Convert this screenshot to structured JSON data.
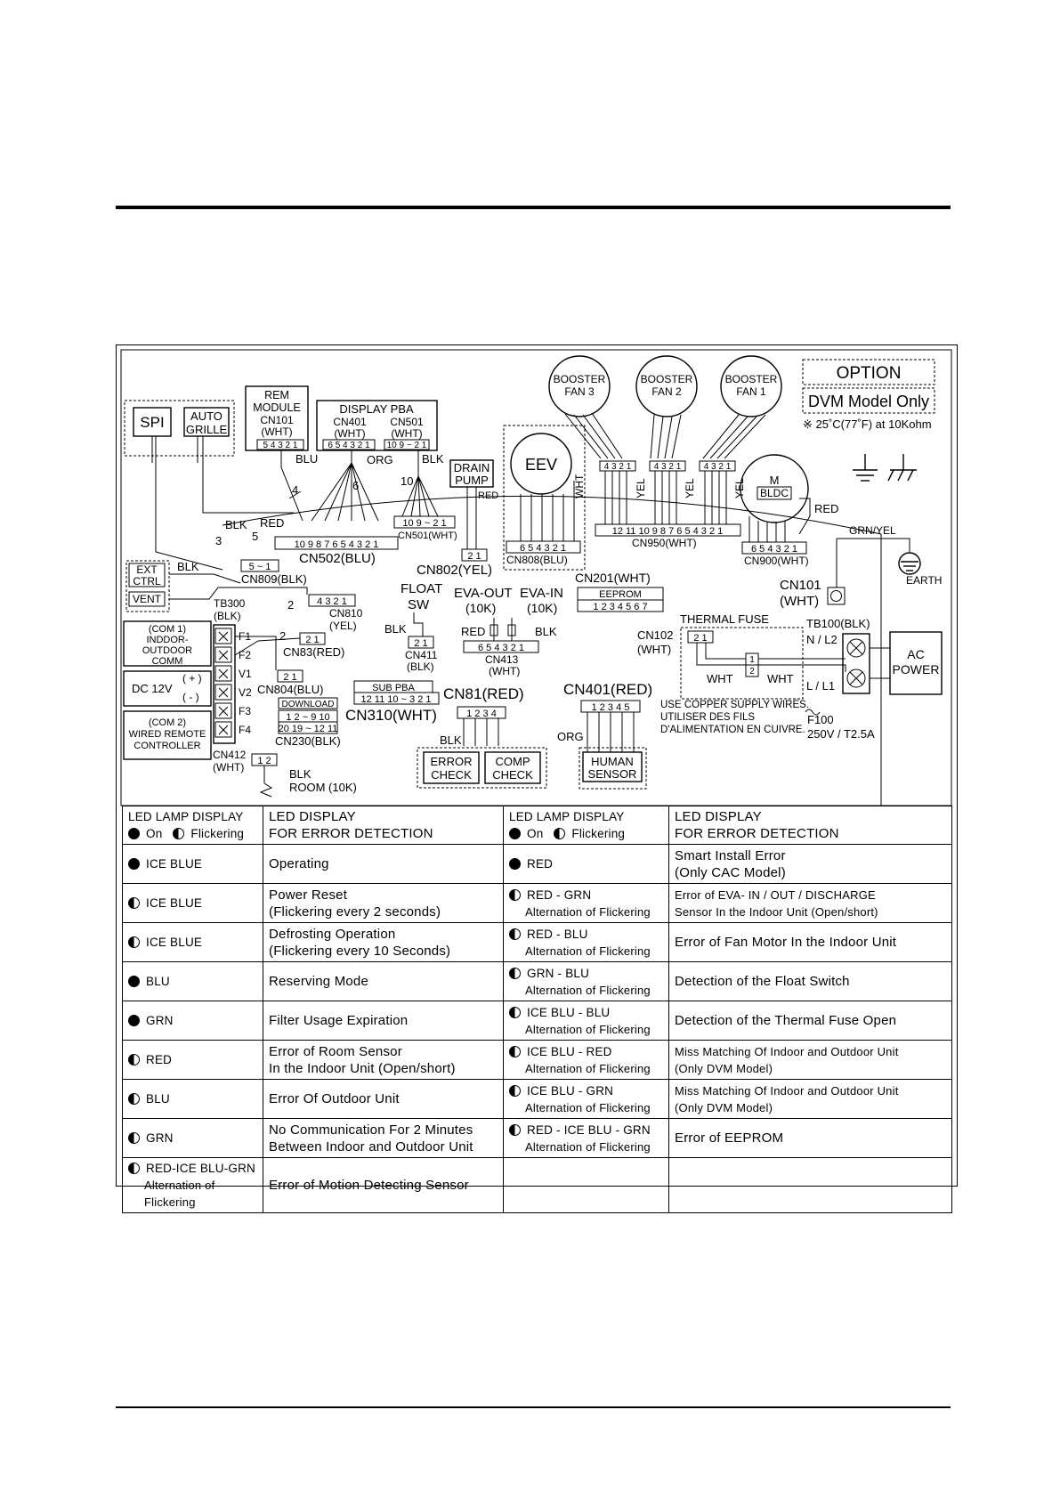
{
  "diagram": {
    "labels": {
      "spi": "SPI",
      "auto_grille": "AUTO GRILLE",
      "rem_module": [
        "REM",
        "MODULE",
        "CN101",
        "(WHT)"
      ],
      "rem_pins": "5 4 3 2 1",
      "display_pba": "DISPLAY PBA",
      "cn401_wht": [
        "CN401",
        "(WHT)"
      ],
      "cn501_wht": [
        "CN501",
        "(WHT)"
      ],
      "display_pins_a": "6 5 4 3 2 1",
      "display_pins_b": "10 9 ~ 2 1",
      "booster_fan_3": [
        "BOOSTER",
        "FAN 3"
      ],
      "booster_fan_2": [
        "BOOSTER",
        "FAN 2"
      ],
      "booster_fan_1": [
        "BOOSTER",
        "FAN 1"
      ],
      "option": "OPTION",
      "dvm_model_only": "DVM Model Only",
      "thermistor_note": "※ 25˚C(77˚F) at 10Kohm",
      "drain_pump": [
        "DRAIN",
        "PUMP"
      ],
      "eev": "EEV",
      "wht": "WHT",
      "yel": "YEL",
      "blu": "BLU",
      "org": "ORG",
      "blk": "BLK",
      "red": "RED",
      "m": "M",
      "bldc": "BLDC",
      "grn_yel": "GRN/YEL",
      "earth": "EARTH",
      "cn501_wht_pins": "10 9 ~ 2 1",
      "cn501_wht_label": "CN501(WHT)",
      "cn502": "CN502(BLU)",
      "cn502_pins": "10 9 8 7 6 5 4 3 2 1",
      "cn809": "CN809(BLK)",
      "cn809_pins": "5 ~ 1",
      "cn802": "CN802(YEL)",
      "cn808": "CN808(BLU)",
      "cn808_pins": "6 5 4 3 2 1",
      "cn950": "CN950(WHT)",
      "cn950_pins": "12 11 10 9 8 7 6 5 4 3 2 1",
      "cn900": "CN900(WHT)",
      "cn900_pins": "6 5 4 3 2 1",
      "cn101_wht": [
        "CN101",
        "(WHT)"
      ],
      "cn201": "CN201(WHT)",
      "eeprom": "EEPROM",
      "eeprom_pins": "1 2 3 4 5 6 7",
      "ext_ctrl": [
        "EXT",
        "CTRL"
      ],
      "vent": "VENT",
      "tb300": [
        "TB300",
        "(BLK)"
      ],
      "com1": [
        "(COM 1)",
        "INDDOR-",
        "OUTDOOR",
        "COMM"
      ],
      "dc12v": "DC 12V",
      "plus": "(+)",
      "minus": "(-)",
      "com2": [
        "(COM 2)",
        "WIRED REMOTE",
        "CONTROLLER"
      ],
      "terminals": [
        "F1",
        "F2",
        "V1",
        "V2",
        "F3",
        "F4"
      ],
      "cn810": [
        "CN810",
        "(YEL)"
      ],
      "cn810_pins": "4 3 2 1",
      "cn83": "CN83(RED)",
      "cn804": "CN804(BLU)",
      "download": "DOWNLOAD",
      "download_pins_a": "1 2 ~ 9 10",
      "download_pins_b": "20 19 ~ 12 11",
      "cn230": "CN230(BLK)",
      "cn412": [
        "CN412",
        "(WHT)"
      ],
      "room": [
        "BLK",
        "ROOM (10K)"
      ],
      "float_sw": [
        "FLOAT",
        "SW"
      ],
      "cn411": [
        "CN411",
        "(BLK)"
      ],
      "sub_pba": "SUB PBA",
      "sub_pins": "12 11 10 ~ 3 2 1",
      "cn310": "CN310(WHT)",
      "eva_out": [
        "EVA-OUT",
        "(10K)"
      ],
      "eva_in": [
        "EVA-IN",
        "(10K)"
      ],
      "cn413": [
        "CN413",
        "(WHT)"
      ],
      "cn81": "CN81(RED)",
      "cn81_pins": "1 2 3 4",
      "error_check": [
        "ERROR",
        "CHECK"
      ],
      "comp_check": [
        "COMP",
        "CHECK"
      ],
      "cn401_red": "CN401(RED)",
      "cn401_pins": "1 2 3 4 5",
      "human_sensor": [
        "HUMAN",
        "SENSOR"
      ],
      "thermal_fuse": "THERMAL FUSE",
      "cn102": [
        "CN102",
        "(WHT)"
      ],
      "tb100": "TB100(BLK)",
      "n_l2": "N / L2",
      "l_l1": "L / L1",
      "ac_power": [
        "AC",
        "POWER"
      ],
      "copper_note": [
        "USE COPPER SUPPLY WIRES.",
        "UTILISER DES FILS",
        "D'ALIMENTATION EN CUIVRE."
      ],
      "f100": [
        "F100",
        "250V / T2.5A"
      ],
      "wire_counts": [
        "3",
        "4",
        "5",
        "6",
        "10",
        "2",
        "2"
      ]
    }
  },
  "led_table": {
    "header_left": {
      "lamp": "LED LAMP DISPLAY",
      "legend_on": "On",
      "legend_flicker": "Flickering",
      "display": "LED DISPLAY",
      "display2": "FOR ERROR DETECTION"
    },
    "header_right": {
      "lamp": "LED LAMP DISPLAY",
      "legend_on": "On",
      "legend_flicker": "Flickering",
      "display": "LED DISPLAY",
      "display2": "FOR ERROR DETECTION"
    },
    "rows": [
      {
        "l_icon": "on",
        "l_lamp": "ICE BLUE",
        "l_text": [
          "Operating"
        ],
        "r_icon": "on",
        "r_lamp": "RED",
        "r_sub": "",
        "r_text": [
          "Smart Install Error",
          "(Only CAC Model)"
        ]
      },
      {
        "l_icon": "half",
        "l_lamp": "ICE BLUE",
        "l_text": [
          "Power Reset",
          "(Flickering every 2 seconds)"
        ],
        "r_icon": "half",
        "r_lamp": "RED - GRN",
        "r_sub": "Alternation of Flickering",
        "r_text": [
          "Error of EVA- IN / OUT / DISCHARGE",
          "Sensor In the Indoor Unit (Open/short)"
        ]
      },
      {
        "l_icon": "half",
        "l_lamp": "ICE BLUE",
        "l_text": [
          "Defrosting Operation",
          "(Flickering every 10 Seconds)"
        ],
        "r_icon": "half",
        "r_lamp": "RED - BLU",
        "r_sub": "Alternation of Flickering",
        "r_text": [
          "Error of Fan Motor In the Indoor Unit"
        ]
      },
      {
        "l_icon": "on",
        "l_lamp": "BLU",
        "l_text": [
          "Reserving Mode"
        ],
        "r_icon": "half",
        "r_lamp": "GRN - BLU",
        "r_sub": "Alternation of Flickering",
        "r_text": [
          "Detection of the Float Switch"
        ]
      },
      {
        "l_icon": "on",
        "l_lamp": "GRN",
        "l_text": [
          "Filter Usage Expiration"
        ],
        "r_icon": "half",
        "r_lamp": "ICE BLU - BLU",
        "r_sub": "Alternation of Flickering",
        "r_text": [
          "Detection of the Thermal Fuse Open"
        ]
      },
      {
        "l_icon": "half",
        "l_lamp": "RED",
        "l_text": [
          "Error of Room Sensor",
          "In the Indoor Unit (Open/short)"
        ],
        "r_icon": "half",
        "r_lamp": "ICE BLU - RED",
        "r_sub": "Alternation of Flickering",
        "r_text": [
          "Miss Matching Of Indoor and Outdoor Unit",
          "(Only DVM Model)"
        ]
      },
      {
        "l_icon": "half",
        "l_lamp": "BLU",
        "l_text": [
          "Error Of Outdoor Unit"
        ],
        "r_icon": "half",
        "r_lamp": "ICE BLU - GRN",
        "r_sub": "Alternation of Flickering",
        "r_text": [
          "Miss Matching Of Indoor and Outdoor Unit",
          "(Only DVM Model)"
        ]
      },
      {
        "l_icon": "half",
        "l_lamp": "GRN",
        "l_text": [
          "No Communication For 2 Minutes",
          "Between Indoor and Outdoor Unit"
        ],
        "r_icon": "half",
        "r_lamp": "RED - ICE BLU - GRN",
        "r_sub": "Alternation of Flickering",
        "r_text": [
          "Error of EEPROM"
        ]
      },
      {
        "l_icon": "half",
        "l_lamp": "RED-ICE BLU-GRN",
        "l_sub": "Alternation of Flickering",
        "l_text": [
          "Error of Motion Detecting Sensor"
        ],
        "r_icon": "",
        "r_lamp": "",
        "r_sub": "",
        "r_text": []
      }
    ]
  }
}
